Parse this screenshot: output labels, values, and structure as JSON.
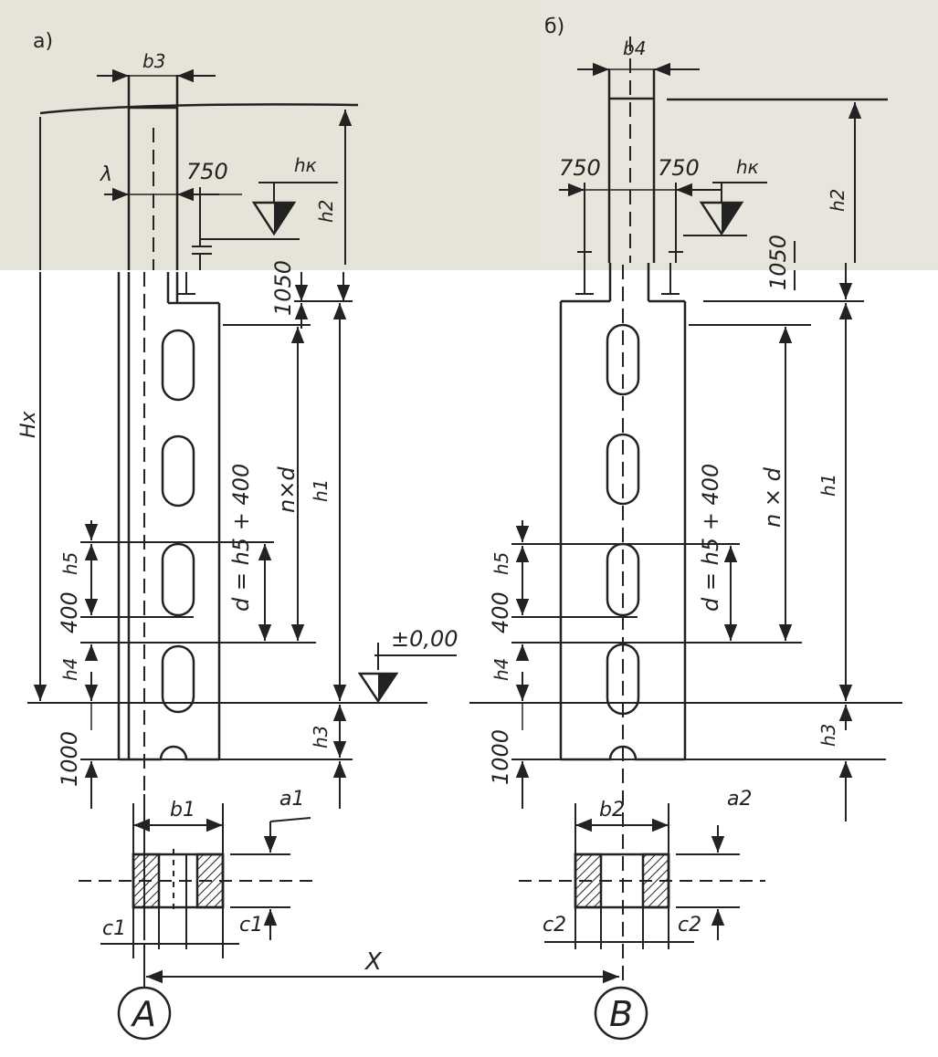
{
  "panel_a": {
    "label": "а)",
    "b3": "b3",
    "lambda": "λ",
    "dim_750": "750",
    "hk": "hк",
    "h2": "h2",
    "dim_1050": "1050",
    "Hx": "Hx",
    "h1": "h1",
    "nxd": "n×d",
    "d_formula": "d = h5 + 400",
    "h5": "h5",
    "dim_400": "400",
    "h4": "h4",
    "zero_mark": "±0,00",
    "h3": "h3",
    "dim_1000": "1000",
    "b1": "b1",
    "a1": "a1",
    "c1_left": "c1",
    "c1_right": "c1",
    "axis": "A"
  },
  "panel_b": {
    "label": "б)",
    "b4": "b4",
    "dim_750_left": "750",
    "dim_750_right": "750",
    "hk": "hк",
    "h2": "h2",
    "dim_1050": "1050",
    "h1": "h1",
    "nxd": "n × d",
    "d_formula": "d = h5 + 400",
    "h5": "h5",
    "dim_400": "400",
    "h4": "h4",
    "h3": "h3",
    "dim_1000": "1000",
    "b2": "b2",
    "a2": "a2",
    "c2_left": "c2",
    "c2_right": "c2",
    "axis": "B"
  },
  "span_label": "X",
  "colors": {
    "ink": "#222222",
    "paper_top": "#e6e3d8",
    "paper": "#ffffff"
  }
}
